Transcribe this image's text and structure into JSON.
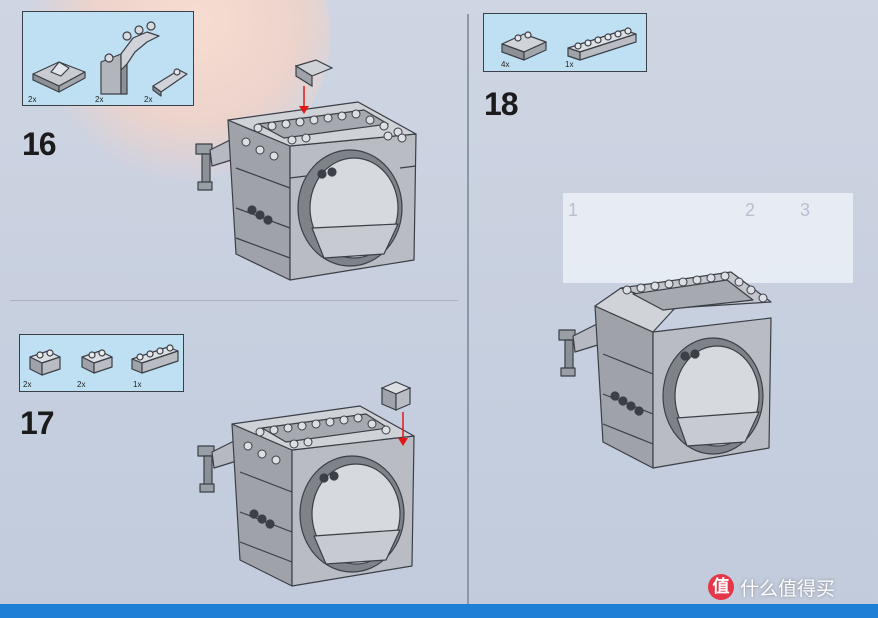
{
  "colors": {
    "callout_bg": "#bfe0f2",
    "brick_gray": "#a9acb2",
    "bottom_bar": "#1f7fd6",
    "arrow": "#e01818"
  },
  "steps": [
    {
      "number": "16",
      "parts": [
        {
          "qty": "2x",
          "icon": "slope-brick-icon"
        },
        {
          "qty": "2x",
          "icon": "arch-brick-icon"
        },
        {
          "qty": "2x",
          "icon": "wedge-slope-icon"
        }
      ]
    },
    {
      "number": "17",
      "parts": [
        {
          "qty": "2x",
          "icon": "technic-hole-brick-icon"
        },
        {
          "qty": "2x",
          "icon": "brick-1x2-icon"
        },
        {
          "qty": "1x",
          "icon": "brick-1x4-icon"
        }
      ]
    },
    {
      "number": "18",
      "parts": [
        {
          "qty": "4x",
          "icon": "slope-brick-icon"
        },
        {
          "qty": "1x",
          "icon": "plate-1x6-icon"
        }
      ]
    }
  ],
  "faint_background": {
    "numbers": [
      "1",
      "2",
      "3"
    ]
  },
  "watermark": {
    "logo": "值",
    "text": "什么值得买"
  }
}
